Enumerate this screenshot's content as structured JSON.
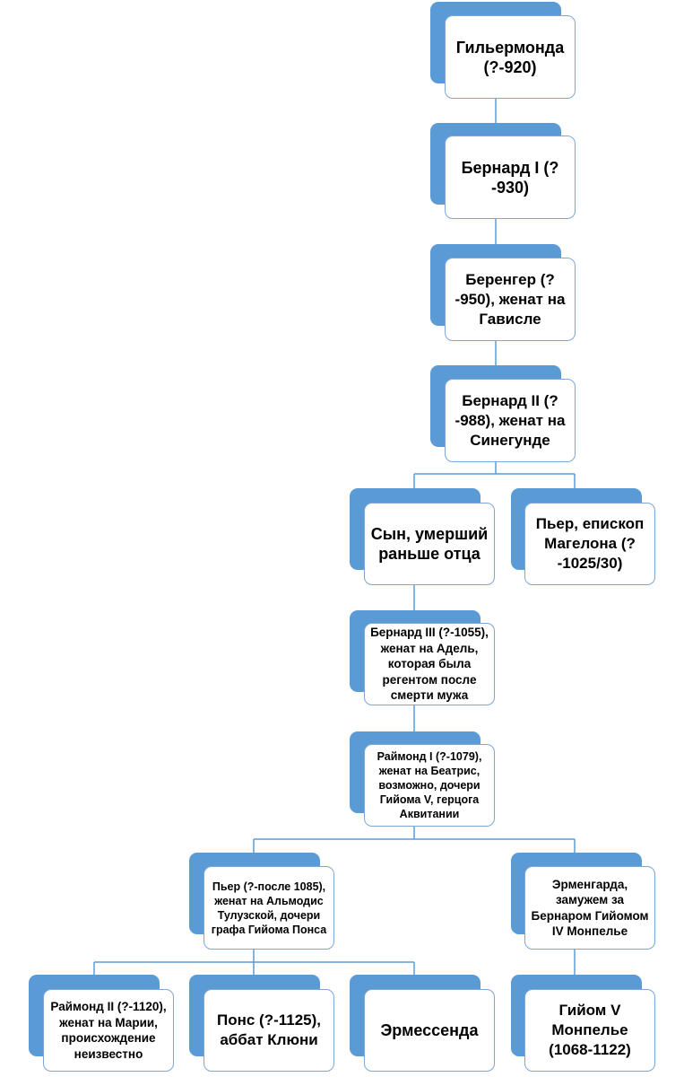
{
  "nodes": {
    "guilhermonde": "Гильермонда (?-920)",
    "bernard1": "Бернард I (?-930)",
    "berenger": "Беренгер (?-950), женат на Гависле",
    "bernard2": "Бернард II (?-988), женат на Синегунде",
    "son": "Сын, умерший раньше отца",
    "pierre_bishop": "Пьер, епископ Магелона (?-1025/30)",
    "bernard3": "Бернард III (?-1055), женат на Адель, которая была регентом после смерти мужа",
    "raymond1": "Раймонд I (?-1079), женат на Беатрис, возможно, дочери Гийома V, герцога Аквитании",
    "pierre": "Пьер (?-после 1085), женат на Альмодис Тулузской, дочери графа Гийома Понса",
    "ermengarde": "Эрменгарда, замужем за Бернаром Гийомом IV Монпелье",
    "raymond2": "Раймонд II (?-1120), женат на Марии, происхождение неизвестно",
    "pons": "Понс (?-1125), аббат Клюни",
    "ermessende": "Эрмессенда",
    "guillaume5": "Гийом V Монпелье (1068-1122)"
  },
  "colors": {
    "node_back": "#5b9bd5",
    "node_border": "#7ea6d6",
    "connector": "#5b9bd5"
  }
}
